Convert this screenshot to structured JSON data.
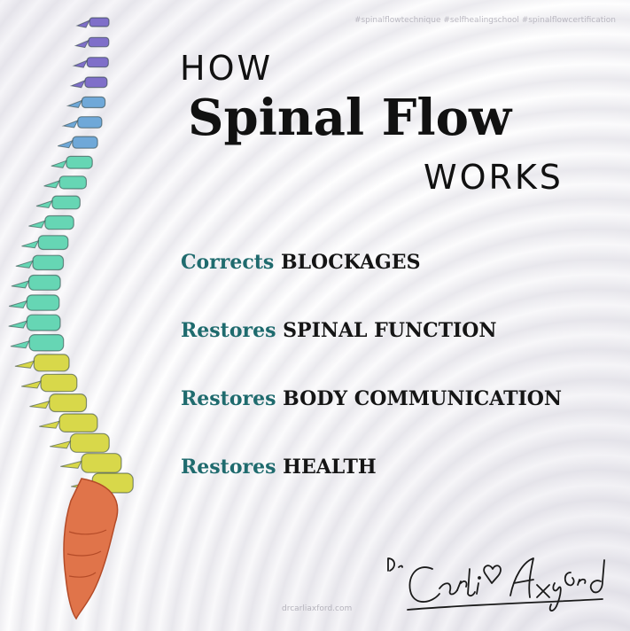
{
  "hashtags": "#spinalflowtechnique #selfhealingschool #spinalflowcertification",
  "title": {
    "line1": "HOW",
    "line2": "Spinal Flow",
    "line3": "WORKS"
  },
  "benefits": [
    {
      "verb": "Corrects",
      "object": "BLOCKAGES"
    },
    {
      "verb": "Restores",
      "object": "SPINAL FUNCTION"
    },
    {
      "verb": "Restores",
      "object": "BODY COMMUNICATION"
    },
    {
      "verb": "Restores",
      "object": "HEALTH"
    }
  ],
  "website": "drcarliaxford.com",
  "colors": {
    "accent": "#1f6b6e",
    "cervical": "#7f6fc9",
    "upper_thoracic": "#6fa8d8",
    "thoracic": "#66d6b4",
    "lumbar": "#d8d84a",
    "sacrum": "#e0744a"
  }
}
